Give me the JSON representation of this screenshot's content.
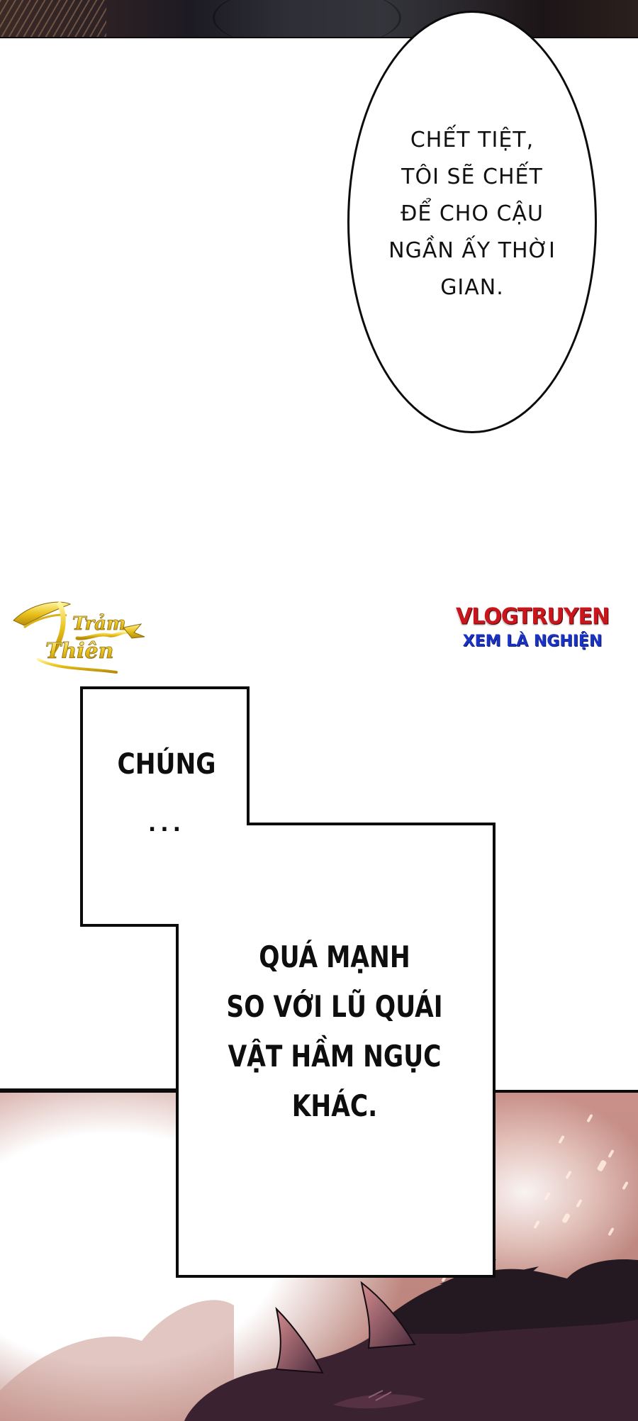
{
  "panels": {
    "top": {
      "description": "dark art panel fragment"
    },
    "bottom": {
      "description": "pink glowing art panel with horned dark silhouette"
    }
  },
  "speech_bubble": {
    "lines": [
      "CHẾT TIỆT,",
      "TÔI SẼ CHẾT",
      "ĐỂ CHO CẬU",
      "NGẦN ẤY THỜI",
      "GIAN."
    ]
  },
  "watermarks": {
    "left_logo": {
      "text_line1": "Trảm",
      "text_line2": "Thiên",
      "color": "#e8c020"
    },
    "right_logo": {
      "title": "VLOGTRUYEN",
      "tagline": "XEM LÀ NGHIỆN",
      "title_color": "#c8161c",
      "tagline_color": "#1b33c4"
    }
  },
  "narration": {
    "box1": {
      "text": "CHÚNG",
      "ellipsis": "..."
    },
    "box2": {
      "lines": [
        "QUÁ MẠNH",
        "SO VỚI LŨ QUÁI",
        "VẬT HẦM NGỤC",
        "KHÁC."
      ]
    }
  },
  "colors": {
    "ink": "#0b0b0b",
    "paper": "#ffffff",
    "glow_pink": "#c08a82",
    "silhouette": "#3a2230"
  }
}
